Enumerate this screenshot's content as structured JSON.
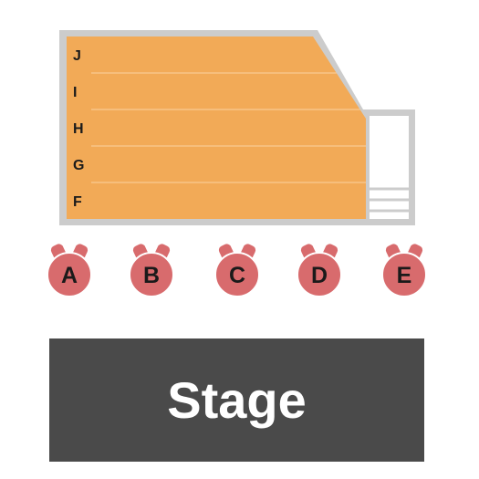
{
  "colors": {
    "section_fill": "#f2aa57",
    "section_border": "#cccccc",
    "table_fill": "#d86b6d",
    "stage_fill": "#4a4a4a",
    "row_divider": "#fbd3a2"
  },
  "section": {
    "rows": [
      "J",
      "I",
      "H",
      "G",
      "F"
    ]
  },
  "tables": [
    {
      "label": "A"
    },
    {
      "label": "B"
    },
    {
      "label": "C"
    },
    {
      "label": "D"
    },
    {
      "label": "E"
    }
  ],
  "stage": {
    "label": "Stage"
  }
}
